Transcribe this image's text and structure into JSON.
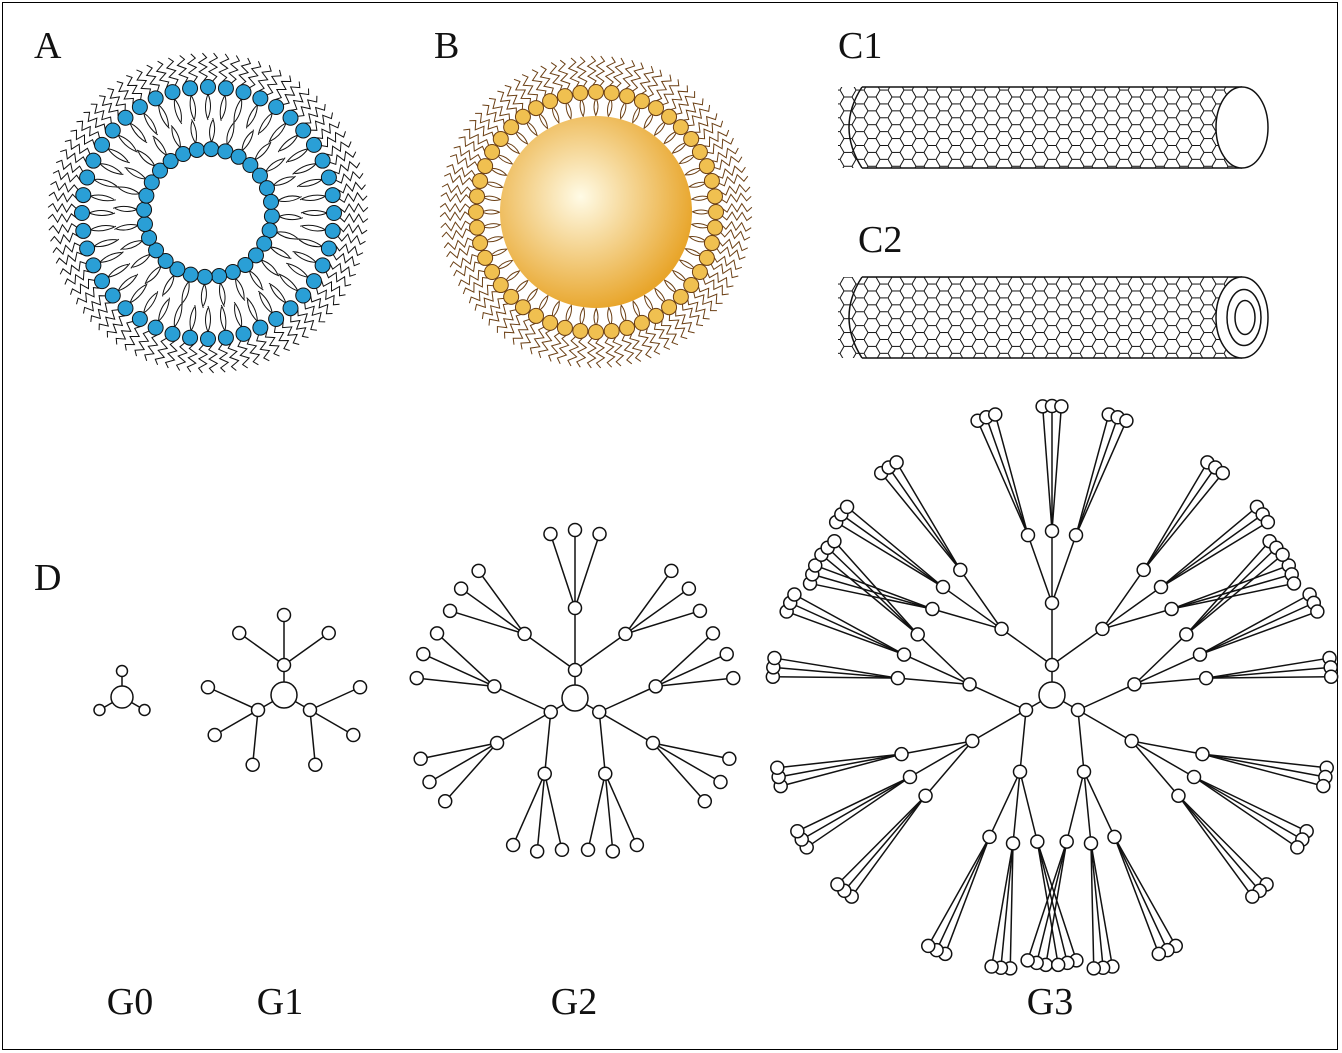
{
  "panels": {
    "liposome": {
      "label": "A",
      "head_color": "#2a9fd6",
      "tail_color": "#111111"
    },
    "solid_lipid_nanoparticle": {
      "label": "B",
      "head_color": "#f0c050",
      "tail_color": "#6b3f14",
      "core_color_center": "#fffbe6",
      "core_color_edge": "#e8a52a"
    },
    "single_wall_nanotube": {
      "label": "C1"
    },
    "multi_wall_nanotube": {
      "label": "C2"
    },
    "dendrimers": {
      "label": "D",
      "generations": [
        {
          "label": "G0"
        },
        {
          "label": "G1"
        },
        {
          "label": "G2"
        },
        {
          "label": "G3"
        }
      ]
    }
  }
}
